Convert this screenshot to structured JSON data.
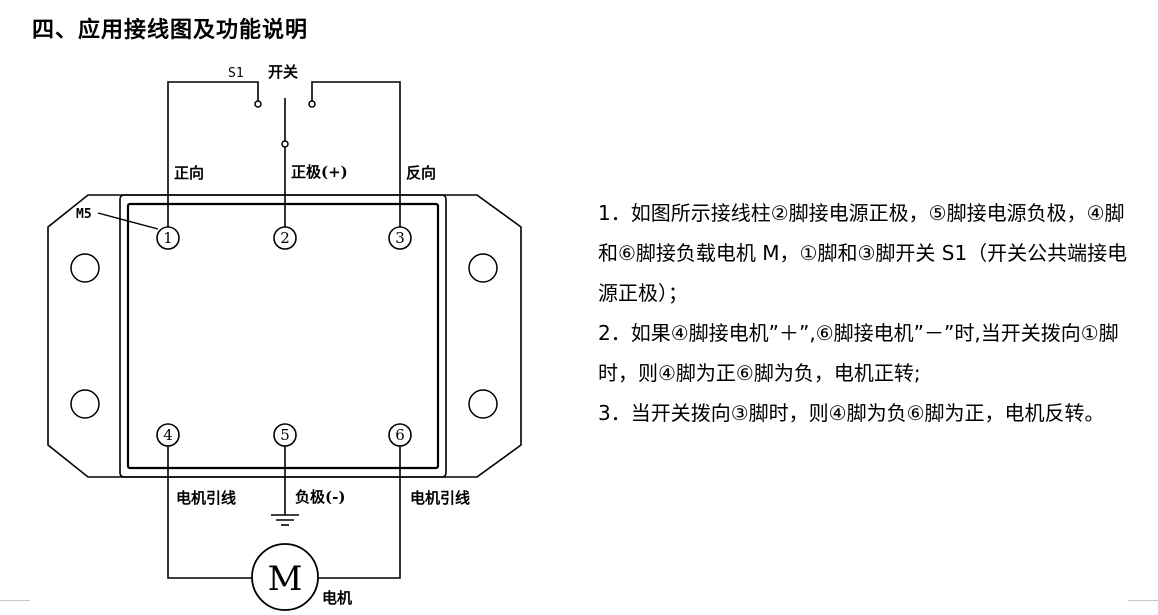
{
  "heading": "四、应用接线图及功能说明",
  "diagram": {
    "switch_name": "S1",
    "switch_label": "开关",
    "forward_label": "正向",
    "positive_label": "正极(+)",
    "reverse_label": "反向",
    "module_label": "M5",
    "pins": [
      "1",
      "2",
      "3",
      "4",
      "5",
      "6"
    ],
    "motor_lead_left": "电机引线",
    "negative_label": "负极(-)",
    "motor_lead_right": "电机引线",
    "motor_symbol": "M",
    "motor_label": "电机"
  },
  "description": {
    "items": [
      "1．如图所示接线柱②脚接电源正极，⑤脚接电源负极，④脚和⑥脚接负载电机 M，①脚和③脚开关 S1（开关公共端接电源正极）；",
      "2．如果④脚接电机”＋”,⑥脚接电机”－”时,当开关拨向①脚时，则④脚为正⑥脚为负，电机正转;",
      "3．当开关拨向③脚时，则④脚为负⑥脚为正，电机反转。"
    ]
  }
}
